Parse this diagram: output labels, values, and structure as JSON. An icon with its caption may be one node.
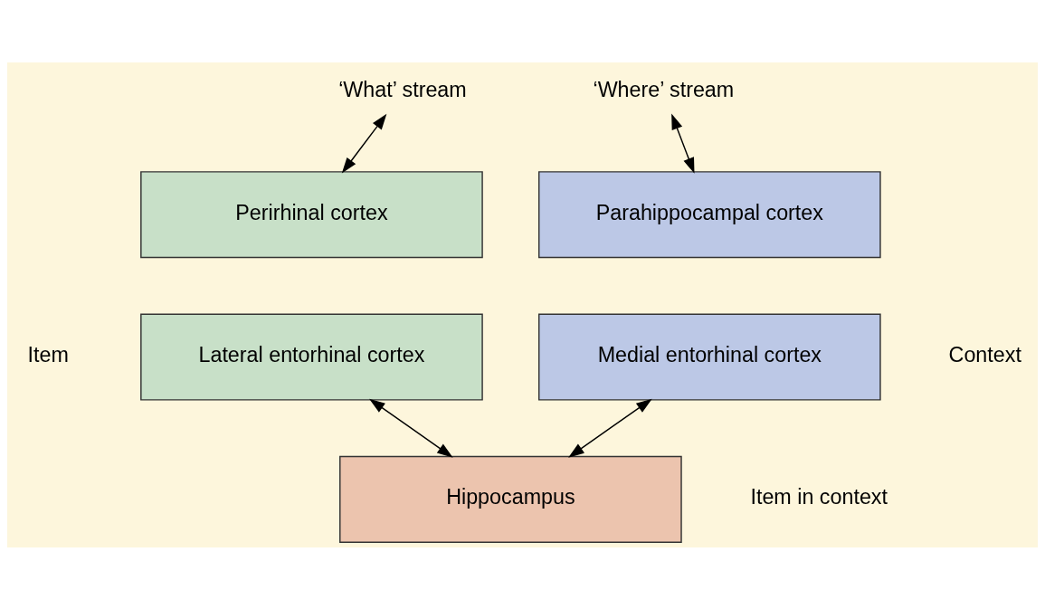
{
  "diagram": {
    "nodes": [
      {
        "text": [
          "‘What’ stream"
        ]
      },
      {
        "text": [
          "‘Where’ stream"
        ]
      },
      {
        "text": [
          "Perirhinal cortex"
        ]
      },
      {
        "text": [
          "Lateral entorhinal cortex"
        ]
      },
      {
        "text": [
          "Parahippocampal cortex"
        ]
      },
      {
        "text": [
          "Medial entorhinal cortex"
        ]
      },
      {
        "text": [
          "Hippocampus"
        ]
      }
    ],
    "edges": [
      {
        "from": 0,
        "to": 2,
        "arrow": "both"
      },
      {
        "from": 1,
        "to": 4,
        "arrow": "both"
      },
      {
        "from": 3,
        "to": 6,
        "arrow": "both"
      },
      {
        "from": 5,
        "to": 6,
        "arrow": "both"
      }
    ],
    "labels": [
      "Item",
      "Context",
      "Item in context"
    ]
  }
}
